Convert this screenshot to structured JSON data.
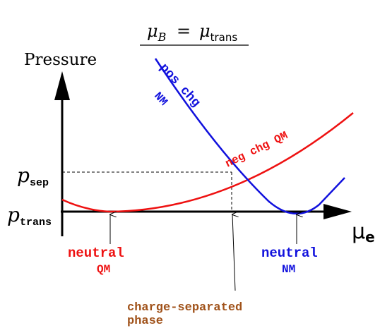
{
  "title": {
    "lhs_symbol": "μ",
    "lhs_subscript": "B",
    "equals": "=",
    "rhs_symbol": "μ",
    "rhs_subscript": "trans"
  },
  "axes": {
    "y_label": "Pressure",
    "x_symbol": "μ",
    "x_subscript": "e"
  },
  "y_ticks": {
    "sep_symbol": "p",
    "sep_subscript": "sep",
    "trans_symbol": "p",
    "trans_subscript": "trans"
  },
  "curves": {
    "qm": {
      "color": "#ee1111"
    },
    "nm": {
      "color": "#1111dd"
    }
  },
  "curve_labels": {
    "pos_chg": "pos chg",
    "nm": "NM",
    "neg_chg_qm": "neg chg QM"
  },
  "annotations": {
    "neutral_qm_line1": "neutral",
    "neutral_qm_line2": "QM",
    "neutral_nm_line1": "neutral",
    "neutral_nm_line2": "NM",
    "charge_sep_line1": "charge-separated",
    "charge_sep_line2": "phase"
  },
  "colors": {
    "qm": "#ee1111",
    "nm": "#1111dd",
    "phase": "#a0521a",
    "axis": "#000000"
  }
}
